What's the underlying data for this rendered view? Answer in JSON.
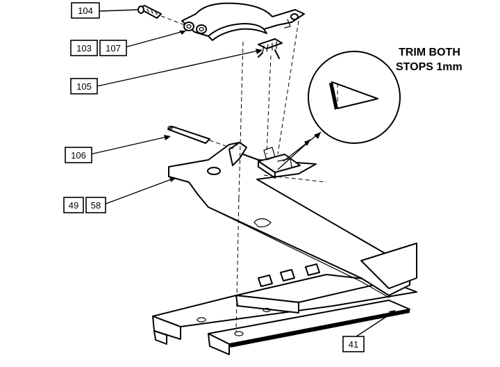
{
  "callouts": {
    "c104": "104",
    "c103": "103",
    "c107": "107",
    "c105": "105",
    "c106": "106",
    "c49": "49",
    "c58": "58",
    "c41": "41"
  },
  "note": {
    "line1": "TRIM BOTH",
    "line2": "STOPS 1mm"
  }
}
